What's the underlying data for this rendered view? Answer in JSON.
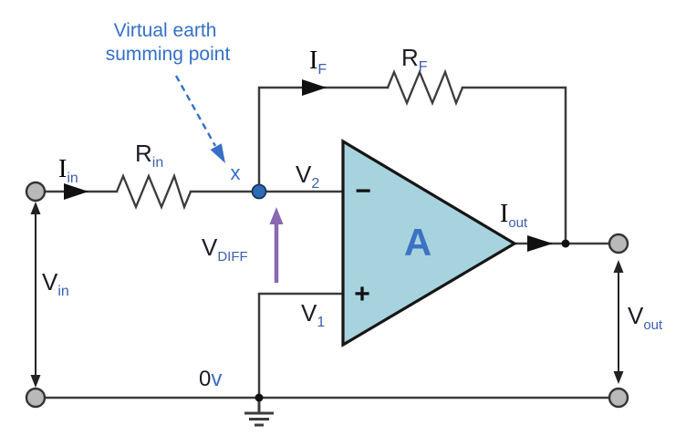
{
  "colors": {
    "annotation_blue": "#3470c8",
    "gain_blue": "#3c72c4",
    "subscript_blue": "#3c5fb0",
    "label_dark": "#1b1b28",
    "wire": "#3c3c3c",
    "opamp_fill": "#a7d3de",
    "node_fill": "#2d6cb5",
    "terminal_fill": "#b9b9b9",
    "vdiff_purple": "#8a68b2",
    "ground_v_blue": "#3b6cc4"
  },
  "labels": {
    "annotation_line1": "Virtual earth",
    "annotation_line2": "summing point",
    "node_x": "x",
    "i_in": {
      "main": "I",
      "sub": "in"
    },
    "r_in": {
      "main": "R",
      "sub": "in"
    },
    "i_f": {
      "main": "I",
      "sub": "F"
    },
    "r_f": {
      "main": "R",
      "sub": "F"
    },
    "v2": {
      "main": "V",
      "sub": "2"
    },
    "v1": {
      "main": "V",
      "sub": "1"
    },
    "v_diff": {
      "main": "V",
      "sub": "DIFF"
    },
    "v_in": {
      "main": "V",
      "sub": "in"
    },
    "v_out": {
      "main": "V",
      "sub": "out"
    },
    "i_out": {
      "main": "I",
      "sub": "out"
    },
    "opamp": {
      "gain": "A",
      "inverting_input": "−",
      "non_inverting_input": "+"
    },
    "ground": {
      "zero": "0",
      "v": "v"
    }
  }
}
